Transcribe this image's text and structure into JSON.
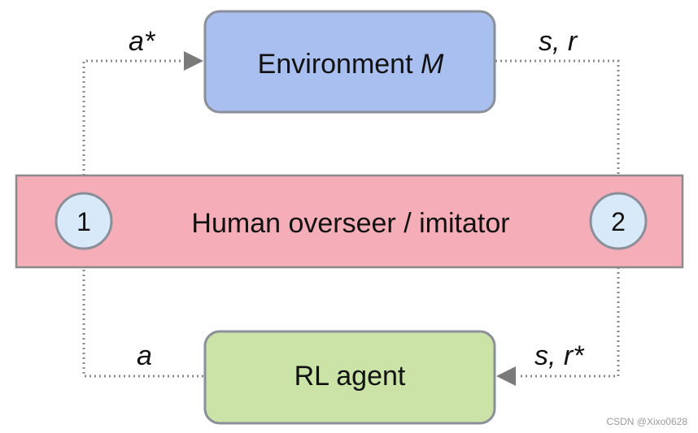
{
  "nodes": {
    "environment": {
      "label": "Environment ",
      "label_italic": "M",
      "fill": "#a9bfef",
      "stroke": "#8a8f99"
    },
    "overseer": {
      "label": "Human overseer / imitator",
      "fill": "#f5adb7",
      "stroke": "#8a8a8a"
    },
    "agent": {
      "label": "RL agent",
      "fill": "#cbe3a6",
      "stroke": "#8a8f99"
    }
  },
  "checkpoints": [
    {
      "label": "1",
      "fill": "#d8e9f9",
      "stroke": "#8a8f99"
    },
    {
      "label": "2",
      "fill": "#d8e9f9",
      "stroke": "#8a8f99"
    }
  ],
  "edges": {
    "action_star": "a*",
    "state_reward": "s, r",
    "action": "a",
    "state_reward_star": "s, r*"
  },
  "watermark": "CSDN @Xixo0628"
}
